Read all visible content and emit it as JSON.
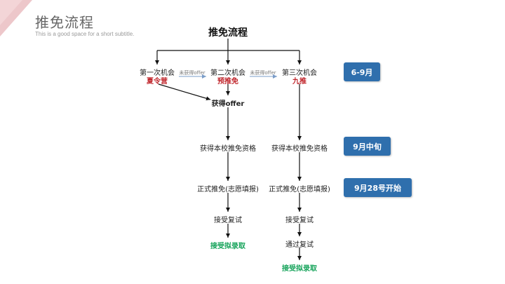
{
  "header": {
    "title": "推免流程",
    "subtitle": "This is a good space for a short subtitle."
  },
  "diagram": {
    "title": "推免流程",
    "chances": [
      {
        "name": "第一次机会",
        "program": "夏令营"
      },
      {
        "name": "第二次机会",
        "program": "预推免"
      },
      {
        "name": "第三次机会",
        "program": "九推"
      }
    ],
    "no_offer_label": "未获得offer",
    "get_offer": "获得offer",
    "qualification": "获得本校推免资格",
    "apply": "正式推免(志愿填报)",
    "accept_retest": "接受复试",
    "pass_retest": "通过复试",
    "accept_admission": "接受拟录取"
  },
  "timeline": [
    {
      "label": "6-9月"
    },
    {
      "label": "9月中旬"
    },
    {
      "label": "9月28号开始"
    }
  ],
  "colors": {
    "accent_blue": "#2f6fad",
    "red": "#c0262c",
    "green": "#15a35a",
    "corner_pink": "#e7b4b8"
  }
}
